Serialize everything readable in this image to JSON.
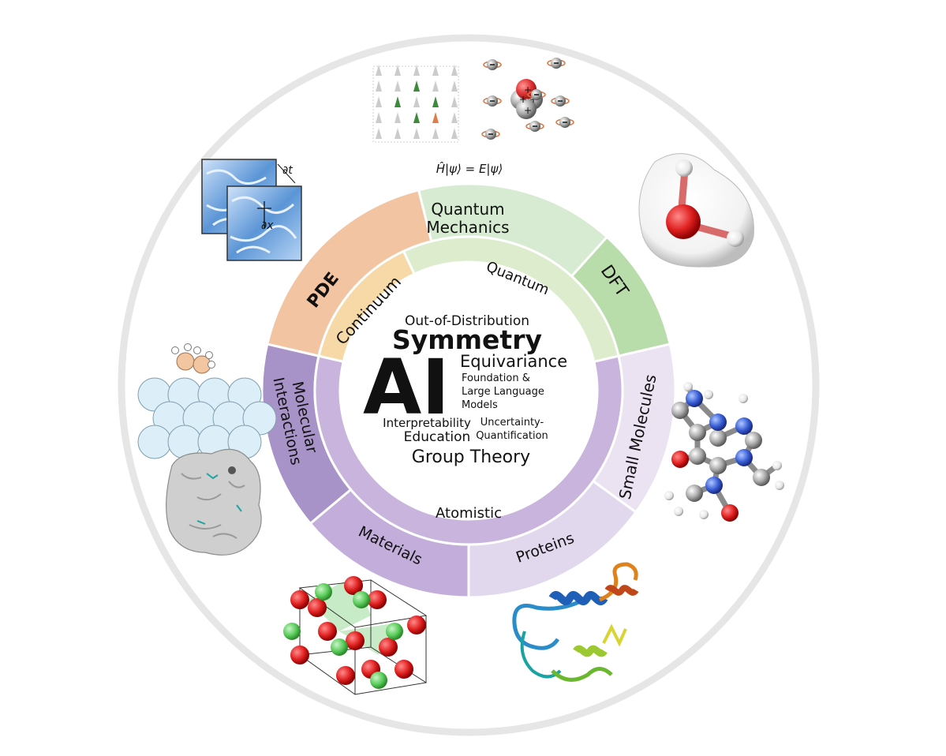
{
  "center": {
    "lines": {
      "ood": "Out-of-Distribution",
      "symmetry": "Symmetry",
      "ai": "AI",
      "equivariance": "Equivariance",
      "foundation1": "Foundation &",
      "foundation2": "Large Language",
      "foundation3": "Models",
      "interpretability": "Interpretability",
      "uncertainty1": "Uncertainty-",
      "uncertainty2": "Quantification",
      "education": "Education",
      "group_theory": "Group Theory"
    }
  },
  "inner_ring": {
    "continuum": "Continuum",
    "quantum": "Quantum",
    "atomistic": "Atomistic"
  },
  "outer_ring": {
    "pde": "PDE",
    "qm1": "Quantum",
    "qm2": "Mechanics",
    "dft": "DFT",
    "small_molecules": "Small Molecules",
    "proteins": "Proteins",
    "materials": "Materials",
    "mol1": "Molecular",
    "mol2": "Interactions"
  },
  "equation": "Ĥ|ψ⟩ = E|ψ⟩",
  "pde_labels": {
    "dt": "∂t",
    "dx": "∂x"
  },
  "colors": {
    "pde": "#f2c4a2",
    "continuum": "#f6d9a6",
    "qm": "#d7ebd2",
    "dft": "#b9dcab",
    "quantum": "#dceccc",
    "atomistic": "#c8b4dc",
    "mol_inter": "#a893c8",
    "materials": "#c2addb",
    "proteins": "#e2d8ee",
    "small_mol": "#ebe2f2",
    "outer_circle": "#e6e6e6"
  }
}
